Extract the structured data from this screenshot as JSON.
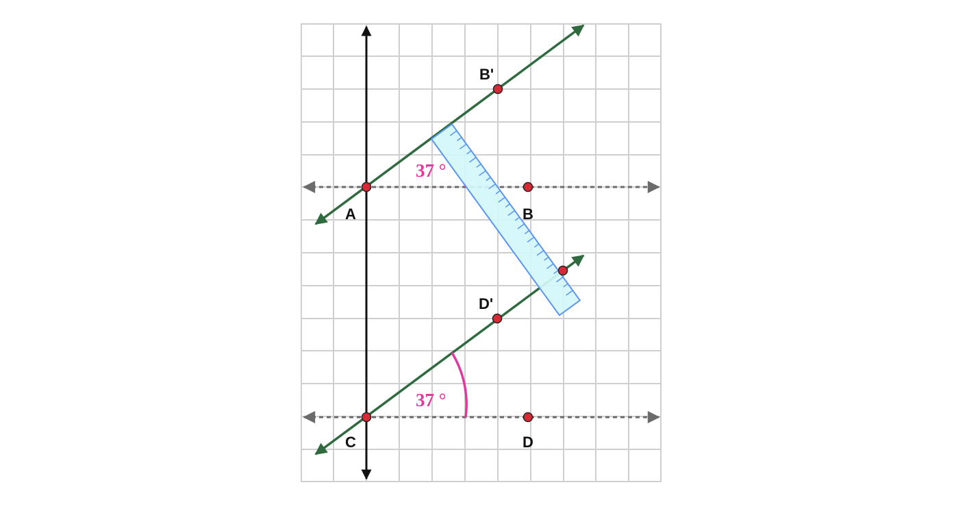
{
  "diagram": {
    "colors": {
      "grid": "#cfcfcf",
      "axis": "#111111",
      "green_line": "#2f6b3f",
      "dashed_line": "#6b6b6b",
      "point_fill": "#d62a36",
      "angle": "#e0389f",
      "ruler_fill": "#d4f7fb",
      "ruler_stroke": "#5b95f0"
    },
    "points": {
      "A": "A",
      "B": "B",
      "C": "C",
      "D": "D",
      "B_prime": "B'",
      "D_prime": "D'"
    },
    "angles": {
      "upper": "37 °",
      "lower": "37 °"
    },
    "icons": {
      "ruler": "ruler-icon"
    }
  }
}
